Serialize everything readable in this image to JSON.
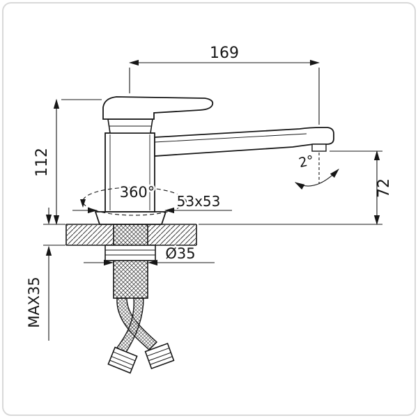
{
  "drawing": {
    "labels": {
      "reach": "169",
      "height": "112",
      "swivel": "360°",
      "base_size": "53x53",
      "hole_diameter": "Ø35",
      "max_mounting_thickness": "MAX35",
      "outlet_height": "72",
      "spout_angle": "2°"
    }
  }
}
